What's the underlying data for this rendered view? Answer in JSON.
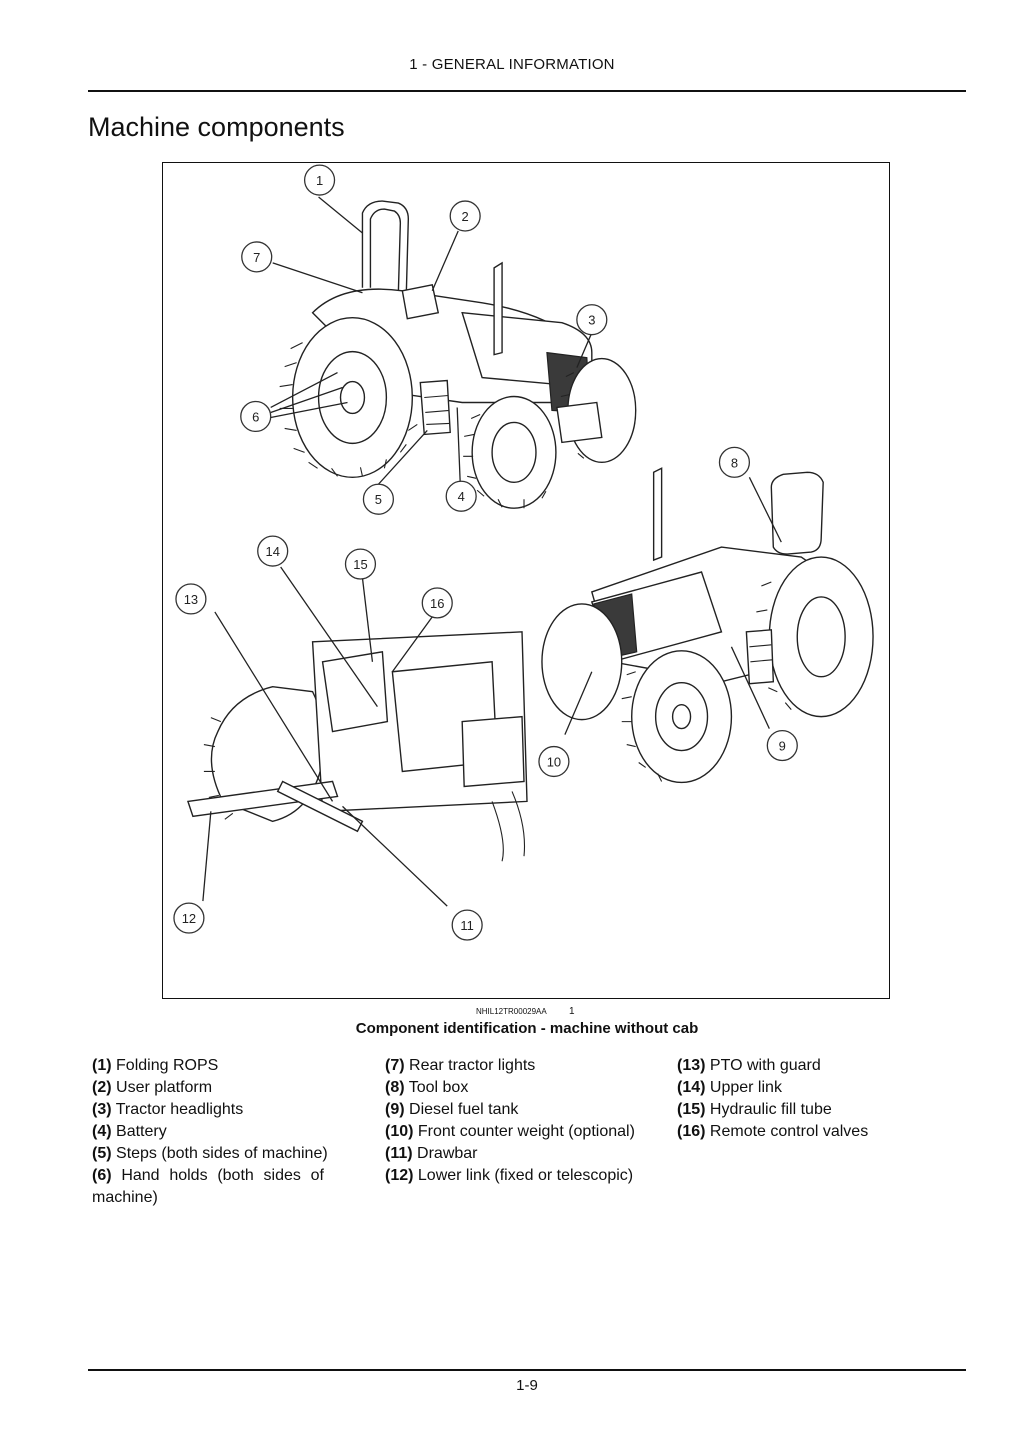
{
  "header": {
    "section": "1 - GENERAL INFORMATION"
  },
  "page": {
    "title": "Machine components",
    "number": "1-9"
  },
  "figure": {
    "image_id": "NHIL12TR00029AA",
    "figure_number": "1",
    "caption": "Component identification - machine without cab",
    "callouts": [
      "1",
      "2",
      "3",
      "4",
      "5",
      "6",
      "7",
      "8",
      "9",
      "10",
      "11",
      "12",
      "13",
      "14",
      "15",
      "16"
    ]
  },
  "legend": {
    "col1": [
      {
        "num": "(1)",
        "text": "Folding ROPS"
      },
      {
        "num": "(2)",
        "text": "User platform"
      },
      {
        "num": "(3)",
        "text": "Tractor headlights"
      },
      {
        "num": "(4)",
        "text": "Battery"
      },
      {
        "num": "(5)",
        "text": "Steps (both sides of machine)"
      },
      {
        "num": "(6)",
        "text": "Hand holds (both sides of machine)"
      }
    ],
    "col2": [
      {
        "num": "(7)",
        "text": "Rear tractor lights"
      },
      {
        "num": "(8)",
        "text": "Tool box"
      },
      {
        "num": "(9)",
        "text": "Diesel fuel tank"
      },
      {
        "num": "(10)",
        "text": "Front counter weight (optional)"
      },
      {
        "num": "(11)",
        "text": "Drawbar"
      },
      {
        "num": "(12)",
        "text": "Lower link (fixed or telescopic)"
      }
    ],
    "col3": [
      {
        "num": "(13)",
        "text": "PTO with guard"
      },
      {
        "num": "(14)",
        "text": "Upper link"
      },
      {
        "num": "(15)",
        "text": "Hydraulic fill tube"
      },
      {
        "num": "(16)",
        "text": "Remote control valves"
      }
    ]
  }
}
